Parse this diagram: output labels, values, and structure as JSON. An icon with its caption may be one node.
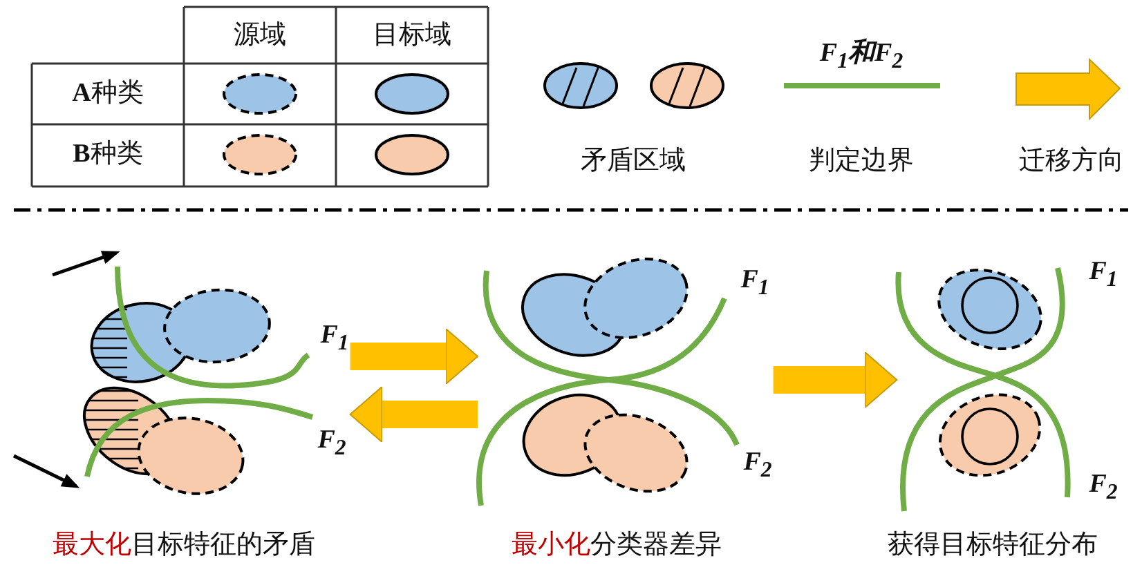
{
  "diagram": {
    "nodes": [
      {
        "text": [],
        "shape": "picture",
        "beside": [
          "F$_{1}$",
          "F$_{2}$",
          "最大化",
          "目标特征的矛盾"
        ]
      },
      {
        "text": [],
        "shape": "picture",
        "beside": [
          "F$_{1}$",
          "F$_{2}$",
          "最小化",
          "分类器差异"
        ]
      },
      {
        "text": [],
        "shape": "picture",
        "beside": [
          "F$_{1}$",
          "F$_{2}$",
          "获得目标特征分布"
        ]
      }
    ],
    "edges": [
      {
        "from": 0,
        "to": 1,
        "arrow": "to"
      },
      {
        "from": 1,
        "to": 0,
        "arrow": "to"
      },
      {
        "from": 1,
        "to": 2,
        "arrow": "to"
      }
    ],
    "labels": [
      "源域",
      "目标域",
      "**A**种类",
      "**B**种类",
      "F$_{1}$和F$_{2}$"
    ],
    "legend": [
      {
        "text": "矛盾区域"
      },
      {
        "text": "判定边界"
      },
      {
        "text": "迁移方向"
      }
    ]
  }
}
